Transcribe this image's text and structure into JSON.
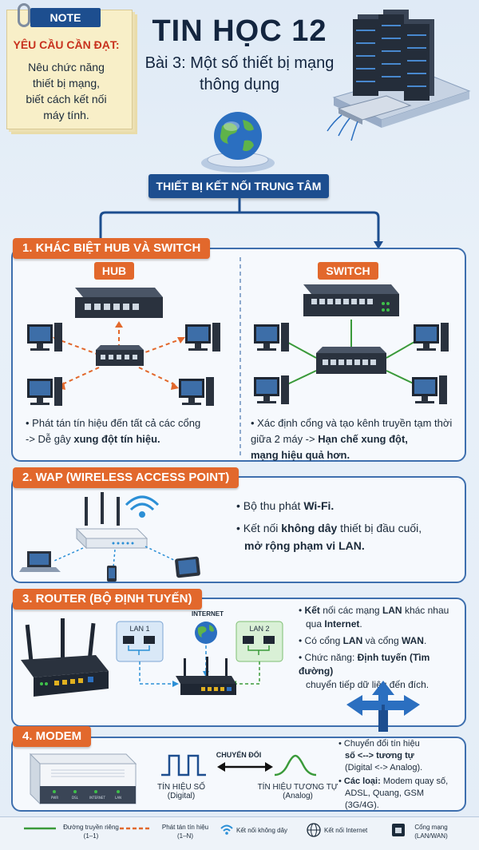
{
  "note": {
    "tag": "NOTE",
    "title": "YÊU CẦU CẦN ĐẠT:",
    "body": [
      "Nêu chức năng",
      "thiết bị mạng,",
      "biết cách kết nối",
      "máy tính."
    ]
  },
  "header": {
    "title": "TIN HỌC 12",
    "subtitle_line1": "Bài 3: Một số thiết bị mạng",
    "subtitle_line2": "thông dụng",
    "central_label": "THIẾT BỊ KẾT NỐI TRUNG TÂM"
  },
  "section1": {
    "label": "1. KHÁC BIỆT HUB VÀ SWITCH",
    "hub_tag": "HUB",
    "switch_tag": "SWITCH",
    "hub_text_1": "Phát tán tín hiệu đến tất cả các cổng",
    "hub_text_2": "-> Dễ gây ",
    "hub_text_2b": "xung đột tín hiệu.",
    "switch_text_1": "Xác định cổng và tạo kênh truyền tạm thời",
    "switch_text_2": "giữa 2 máy -> ",
    "switch_text_2b": "Hạn chế xung đột,",
    "switch_text_3": "mạng hiệu quả hơn."
  },
  "section2": {
    "label": "2. WAP (WIRELESS ACCESS POINT)",
    "b1a": "Bộ thu phát ",
    "b1b": "Wi-Fi.",
    "b2a": "Kết nối ",
    "b2b": "không dây",
    "b2c": " thiết bị đầu cuối,",
    "b2d": "mở rộng phạm vi LAN."
  },
  "section3": {
    "label": "3. ROUTER (BỘ ĐỊNH TUYẾN)",
    "internet": "INTERNET",
    "lan1": "LAN 1",
    "lan2": "LAN 2",
    "b1a": "Kết",
    "b1b": " nối các mạng ",
    "b1c": "LAN",
    "b1d": " khác nhau",
    "b1e": "qua ",
    "b1f": "Internet",
    "b1g": ".",
    "b2a": "Có cổng ",
    "b2b": "LAN",
    "b2c": " và cổng ",
    "b2d": "WAN",
    "b2e": ".",
    "b3a": "Chức năng: ",
    "b3b": "Định tuyến (Tìm đường)",
    "b3c": "chuyển tiếp dữ liệu đến đích."
  },
  "section4": {
    "label": "4. MODEM",
    "convert": "CHUYỂN ĐỔI",
    "digital": "TÍN HIỆU SỐ",
    "digital_sub": "(Digital)",
    "analog": "TÍN HIỆU TƯƠNG TỰ",
    "analog_sub": "(Analog)",
    "b1a": "Chuyển đổi tín hiệu",
    "b1b": "số <--> tương tự",
    "b1c": "(Digital <-> Analog).",
    "b2a": "Các loại:",
    "b2b": " Modem quay số,",
    "b2c": "ADSL, Quang, GSM",
    "b2d": "(3G/4G)."
  },
  "legend": {
    "l1": "Đường truyền riêng",
    "l1b": "(1–1)",
    "l2": "Phát tán tín hiệu",
    "l2b": "(1–N)",
    "l3": "Kết nối không dây",
    "l4": "Kết nối Internet",
    "l5": "Cổng mạng",
    "l5b": "(LAN/WAN)"
  },
  "colors": {
    "navy": "#1d4e8f",
    "orange": "#e2682c",
    "green": "#3a9a3a",
    "red_title": "#c8321e"
  }
}
